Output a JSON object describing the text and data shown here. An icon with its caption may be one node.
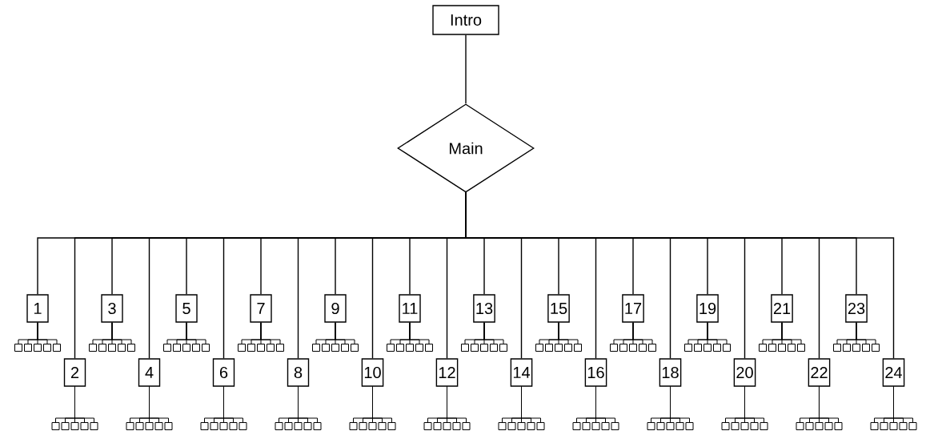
{
  "diagram": {
    "nodes": [
      {
        "text": [
          "Intro"
        ]
      },
      {
        "text": [
          "Main"
        ]
      },
      {
        "text": [
          "1"
        ]
      },
      {
        "text": [
          "2"
        ]
      },
      {
        "text": [
          "3"
        ]
      },
      {
        "text": [
          "4"
        ]
      },
      {
        "text": [
          "5"
        ]
      },
      {
        "text": [
          "6"
        ]
      },
      {
        "text": [
          "7"
        ]
      },
      {
        "text": [
          "8"
        ]
      },
      {
        "text": [
          "9"
        ]
      },
      {
        "text": [
          "10"
        ]
      },
      {
        "text": [
          "11"
        ]
      },
      {
        "text": [
          "12"
        ]
      },
      {
        "text": [
          "13"
        ]
      },
      {
        "text": [
          "14"
        ]
      },
      {
        "text": [
          "15"
        ]
      },
      {
        "text": [
          "16"
        ]
      },
      {
        "text": [
          "17"
        ]
      },
      {
        "text": [
          "18"
        ]
      },
      {
        "text": [
          "19"
        ]
      },
      {
        "text": [
          "20"
        ]
      },
      {
        "text": [
          "21"
        ]
      },
      {
        "text": [
          "22"
        ]
      },
      {
        "text": [
          "23"
        ]
      },
      {
        "text": [
          "24"
        ]
      },
      {
        "text": [],
        "shape": "box"
      },
      {
        "text": [],
        "shape": "box"
      },
      {
        "text": [],
        "shape": "box"
      },
      {
        "text": [],
        "shape": "box"
      },
      {
        "text": [],
        "shape": "box"
      },
      {
        "text": [],
        "shape": "box"
      },
      {
        "text": [],
        "shape": "box"
      },
      {
        "text": [],
        "shape": "box"
      },
      {
        "text": [],
        "shape": "box"
      },
      {
        "text": [],
        "shape": "box"
      },
      {
        "text": [],
        "shape": "box"
      },
      {
        "text": [],
        "shape": "box"
      },
      {
        "text": [],
        "shape": "box"
      },
      {
        "text": [],
        "shape": "box"
      },
      {
        "text": [],
        "shape": "box"
      },
      {
        "text": [],
        "shape": "box"
      },
      {
        "text": [],
        "shape": "box"
      },
      {
        "text": [],
        "shape": "box"
      },
      {
        "text": [],
        "shape": "box"
      },
      {
        "text": [],
        "shape": "box"
      },
      {
        "text": [],
        "shape": "box"
      },
      {
        "text": [],
        "shape": "box"
      },
      {
        "text": [],
        "shape": "box"
      },
      {
        "text": [],
        "shape": "box"
      },
      {
        "text": [],
        "shape": "box"
      },
      {
        "text": [],
        "shape": "box"
      },
      {
        "text": [],
        "shape": "box"
      },
      {
        "text": [],
        "shape": "box"
      },
      {
        "text": [],
        "shape": "box"
      },
      {
        "text": [],
        "shape": "box"
      },
      {
        "text": [],
        "shape": "box"
      },
      {
        "text": [],
        "shape": "box"
      },
      {
        "text": [],
        "shape": "box"
      },
      {
        "text": [],
        "shape": "box"
      },
      {
        "text": [],
        "shape": "box"
      },
      {
        "text": [],
        "shape": "box"
      },
      {
        "text": [],
        "shape": "box"
      },
      {
        "text": [],
        "shape": "box"
      },
      {
        "text": [],
        "shape": "box"
      },
      {
        "text": [],
        "shape": "box"
      },
      {
        "text": [],
        "shape": "box"
      },
      {
        "text": [],
        "shape": "box"
      },
      {
        "text": [],
        "shape": "box"
      },
      {
        "text": [],
        "shape": "box"
      },
      {
        "text": [],
        "shape": "box"
      },
      {
        "text": [],
        "shape": "box"
      },
      {
        "text": [],
        "shape": "box"
      },
      {
        "text": [],
        "shape": "box"
      },
      {
        "text": [],
        "shape": "box"
      },
      {
        "text": [],
        "shape": "box"
      },
      {
        "text": [],
        "shape": "box"
      },
      {
        "text": [],
        "shape": "box"
      },
      {
        "text": [],
        "shape": "box"
      },
      {
        "text": [],
        "shape": "box"
      },
      {
        "text": [],
        "shape": "box"
      },
      {
        "text": [],
        "shape": "box"
      },
      {
        "text": [],
        "shape": "box"
      },
      {
        "text": [],
        "shape": "box"
      },
      {
        "text": [],
        "shape": "box"
      },
      {
        "text": [],
        "shape": "box"
      },
      {
        "text": [],
        "shape": "box"
      },
      {
        "text": [],
        "shape": "box"
      },
      {
        "text": [],
        "shape": "box"
      },
      {
        "text": [],
        "shape": "box"
      },
      {
        "text": [],
        "shape": "box"
      },
      {
        "text": [],
        "shape": "box"
      },
      {
        "text": [],
        "shape": "box"
      },
      {
        "text": [],
        "shape": "box"
      },
      {
        "text": [],
        "shape": "box"
      },
      {
        "text": [],
        "shape": "box"
      },
      {
        "text": [],
        "shape": "box"
      },
      {
        "text": [],
        "shape": "box"
      },
      {
        "text": [],
        "shape": "box"
      },
      {
        "text": [],
        "shape": "box"
      },
      {
        "text": [],
        "shape": "box"
      },
      {
        "text": [],
        "shape": "box"
      },
      {
        "text": [],
        "shape": "box"
      },
      {
        "text": [],
        "shape": "box"
      },
      {
        "text": [],
        "shape": "box"
      },
      {
        "text": [],
        "shape": "box"
      },
      {
        "text": [],
        "shape": "box"
      },
      {
        "text": [],
        "shape": "box"
      },
      {
        "text": [],
        "shape": "box"
      },
      {
        "text": [],
        "shape": "box"
      },
      {
        "text": [],
        "shape": "box"
      },
      {
        "text": [],
        "shape": "box"
      },
      {
        "text": [],
        "shape": "box"
      },
      {
        "text": [],
        "shape": "box"
      },
      {
        "text": [],
        "shape": "box"
      },
      {
        "text": [],
        "shape": "box"
      },
      {
        "text": [],
        "shape": "box"
      },
      {
        "text": [],
        "shape": "box"
      },
      {
        "text": [],
        "shape": "box"
      },
      {
        "text": [],
        "shape": "box"
      },
      {
        "text": [],
        "shape": "box"
      },
      {
        "text": [],
        "shape": "box"
      },
      {
        "text": [],
        "shape": "box"
      },
      {
        "text": [],
        "shape": "box"
      },
      {
        "text": [],
        "shape": "box"
      },
      {
        "text": [],
        "shape": "box"
      },
      {
        "text": [],
        "shape": "box"
      },
      {
        "text": [],
        "shape": "box"
      },
      {
        "text": [],
        "shape": "box"
      },
      {
        "text": [],
        "shape": "box"
      },
      {
        "text": [],
        "shape": "box"
      },
      {
        "text": [],
        "shape": "box"
      },
      {
        "text": [],
        "shape": "box"
      },
      {
        "text": [],
        "shape": "box"
      },
      {
        "text": [],
        "shape": "box"
      },
      {
        "text": [],
        "shape": "box"
      },
      {
        "text": [],
        "shape": "box"
      },
      {
        "text": [],
        "shape": "box"
      },
      {
        "text": [],
        "shape": "box"
      },
      {
        "text": [],
        "shape": "box"
      },
      {
        "text": [],
        "shape": "box"
      },
      {
        "text": [],
        "shape": "box"
      },
      {
        "text": [],
        "shape": "box"
      },
      {
        "text": [],
        "shape": "box"
      },
      {
        "text": [],
        "shape": "box"
      },
      {
        "text": [],
        "shape": "box"
      }
    ],
    "edges": [
      {
        "from": 0,
        "to": 1,
        "arrow": "none"
      },
      {
        "from": 1,
        "to": 2,
        "arrow": "none"
      },
      {
        "from": 1,
        "to": 3,
        "arrow": "none"
      },
      {
        "from": 1,
        "to": 4,
        "arrow": "none"
      },
      {
        "from": 1,
        "to": 5,
        "arrow": "none"
      },
      {
        "from": 1,
        "to": 6,
        "arrow": "none"
      },
      {
        "from": 1,
        "to": 7,
        "arrow": "none"
      },
      {
        "from": 1,
        "to": 8,
        "arrow": "none"
      },
      {
        "from": 1,
        "to": 9,
        "arrow": "none"
      },
      {
        "from": 1,
        "to": 10,
        "arrow": "none"
      },
      {
        "from": 1,
        "to": 11,
        "arrow": "none"
      },
      {
        "from": 1,
        "to": 12,
        "arrow": "none"
      },
      {
        "from": 1,
        "to": 13,
        "arrow": "none"
      },
      {
        "from": 1,
        "to": 14,
        "arrow": "none"
      },
      {
        "from": 1,
        "to": 15,
        "arrow": "none"
      },
      {
        "from": 1,
        "to": 16,
        "arrow": "none"
      },
      {
        "from": 1,
        "to": 17,
        "arrow": "none"
      },
      {
        "from": 1,
        "to": 18,
        "arrow": "none"
      },
      {
        "from": 1,
        "to": 19,
        "arrow": "none"
      },
      {
        "from": 1,
        "to": 20,
        "arrow": "none"
      },
      {
        "from": 1,
        "to": 21,
        "arrow": "none"
      },
      {
        "from": 1,
        "to": 22,
        "arrow": "none"
      },
      {
        "from": 1,
        "to": 23,
        "arrow": "none"
      },
      {
        "from": 1,
        "to": 24,
        "arrow": "none"
      },
      {
        "from": 1,
        "to": 25,
        "arrow": "none"
      },
      {
        "from": 2,
        "to": 26,
        "arrow": "none"
      },
      {
        "from": 2,
        "to": 27,
        "arrow": "none"
      },
      {
        "from": 2,
        "to": 28,
        "arrow": "none"
      },
      {
        "from": 2,
        "to": 29,
        "arrow": "none"
      },
      {
        "from": 2,
        "to": 30,
        "arrow": "none"
      },
      {
        "from": 3,
        "to": 31,
        "arrow": "none"
      },
      {
        "from": 3,
        "to": 32,
        "arrow": "none"
      },
      {
        "from": 3,
        "to": 33,
        "arrow": "none"
      },
      {
        "from": 3,
        "to": 34,
        "arrow": "none"
      },
      {
        "from": 3,
        "to": 35,
        "arrow": "none"
      },
      {
        "from": 4,
        "to": 36,
        "arrow": "none"
      },
      {
        "from": 4,
        "to": 37,
        "arrow": "none"
      },
      {
        "from": 4,
        "to": 38,
        "arrow": "none"
      },
      {
        "from": 4,
        "to": 39,
        "arrow": "none"
      },
      {
        "from": 4,
        "to": 40,
        "arrow": "none"
      },
      {
        "from": 5,
        "to": 41,
        "arrow": "none"
      },
      {
        "from": 5,
        "to": 42,
        "arrow": "none"
      },
      {
        "from": 5,
        "to": 43,
        "arrow": "none"
      },
      {
        "from": 5,
        "to": 44,
        "arrow": "none"
      },
      {
        "from": 5,
        "to": 45,
        "arrow": "none"
      },
      {
        "from": 6,
        "to": 46,
        "arrow": "none"
      },
      {
        "from": 6,
        "to": 47,
        "arrow": "none"
      },
      {
        "from": 6,
        "to": 48,
        "arrow": "none"
      },
      {
        "from": 6,
        "to": 49,
        "arrow": "none"
      },
      {
        "from": 6,
        "to": 50,
        "arrow": "none"
      },
      {
        "from": 7,
        "to": 51,
        "arrow": "none"
      },
      {
        "from": 7,
        "to": 52,
        "arrow": "none"
      },
      {
        "from": 7,
        "to": 53,
        "arrow": "none"
      },
      {
        "from": 7,
        "to": 54,
        "arrow": "none"
      },
      {
        "from": 7,
        "to": 55,
        "arrow": "none"
      },
      {
        "from": 8,
        "to": 56,
        "arrow": "none"
      },
      {
        "from": 8,
        "to": 57,
        "arrow": "none"
      },
      {
        "from": 8,
        "to": 58,
        "arrow": "none"
      },
      {
        "from": 8,
        "to": 59,
        "arrow": "none"
      },
      {
        "from": 8,
        "to": 60,
        "arrow": "none"
      },
      {
        "from": 9,
        "to": 61,
        "arrow": "none"
      },
      {
        "from": 9,
        "to": 62,
        "arrow": "none"
      },
      {
        "from": 9,
        "to": 63,
        "arrow": "none"
      },
      {
        "from": 9,
        "to": 64,
        "arrow": "none"
      },
      {
        "from": 9,
        "to": 65,
        "arrow": "none"
      },
      {
        "from": 10,
        "to": 66,
        "arrow": "none"
      },
      {
        "from": 10,
        "to": 67,
        "arrow": "none"
      },
      {
        "from": 10,
        "to": 68,
        "arrow": "none"
      },
      {
        "from": 10,
        "to": 69,
        "arrow": "none"
      },
      {
        "from": 10,
        "to": 70,
        "arrow": "none"
      },
      {
        "from": 11,
        "to": 71,
        "arrow": "none"
      },
      {
        "from": 11,
        "to": 72,
        "arrow": "none"
      },
      {
        "from": 11,
        "to": 73,
        "arrow": "none"
      },
      {
        "from": 11,
        "to": 74,
        "arrow": "none"
      },
      {
        "from": 11,
        "to": 75,
        "arrow": "none"
      },
      {
        "from": 12,
        "to": 76,
        "arrow": "none"
      },
      {
        "from": 12,
        "to": 77,
        "arrow": "none"
      },
      {
        "from": 12,
        "to": 78,
        "arrow": "none"
      },
      {
        "from": 12,
        "to": 79,
        "arrow": "none"
      },
      {
        "from": 12,
        "to": 80,
        "arrow": "none"
      },
      {
        "from": 13,
        "to": 81,
        "arrow": "none"
      },
      {
        "from": 13,
        "to": 82,
        "arrow": "none"
      },
      {
        "from": 13,
        "to": 83,
        "arrow": "none"
      },
      {
        "from": 13,
        "to": 84,
        "arrow": "none"
      },
      {
        "from": 13,
        "to": 85,
        "arrow": "none"
      },
      {
        "from": 14,
        "to": 86,
        "arrow": "none"
      },
      {
        "from": 14,
        "to": 87,
        "arrow": "none"
      },
      {
        "from": 14,
        "to": 88,
        "arrow": "none"
      },
      {
        "from": 14,
        "to": 89,
        "arrow": "none"
      },
      {
        "from": 14,
        "to": 90,
        "arrow": "none"
      },
      {
        "from": 15,
        "to": 91,
        "arrow": "none"
      },
      {
        "from": 15,
        "to": 92,
        "arrow": "none"
      },
      {
        "from": 15,
        "to": 93,
        "arrow": "none"
      },
      {
        "from": 15,
        "to": 94,
        "arrow": "none"
      },
      {
        "from": 15,
        "to": 95,
        "arrow": "none"
      },
      {
        "from": 16,
        "to": 96,
        "arrow": "none"
      },
      {
        "from": 16,
        "to": 97,
        "arrow": "none"
      },
      {
        "from": 16,
        "to": 98,
        "arrow": "none"
      },
      {
        "from": 16,
        "to": 99,
        "arrow": "none"
      },
      {
        "from": 16,
        "to": 100,
        "arrow": "none"
      },
      {
        "from": 17,
        "to": 101,
        "arrow": "none"
      },
      {
        "from": 17,
        "to": 102,
        "arrow": "none"
      },
      {
        "from": 17,
        "to": 103,
        "arrow": "none"
      },
      {
        "from": 17,
        "to": 104,
        "arrow": "none"
      },
      {
        "from": 17,
        "to": 105,
        "arrow": "none"
      },
      {
        "from": 18,
        "to": 106,
        "arrow": "none"
      },
      {
        "from": 18,
        "to": 107,
        "arrow": "none"
      },
      {
        "from": 18,
        "to": 108,
        "arrow": "none"
      },
      {
        "from": 18,
        "to": 109,
        "arrow": "none"
      },
      {
        "from": 18,
        "to": 110,
        "arrow": "none"
      },
      {
        "from": 19,
        "to": 111,
        "arrow": "none"
      },
      {
        "from": 19,
        "to": 112,
        "arrow": "none"
      },
      {
        "from": 19,
        "to": 113,
        "arrow": "none"
      },
      {
        "from": 19,
        "to": 114,
        "arrow": "none"
      },
      {
        "from": 19,
        "to": 115,
        "arrow": "none"
      },
      {
        "from": 20,
        "to": 116,
        "arrow": "none"
      },
      {
        "from": 20,
        "to": 117,
        "arrow": "none"
      },
      {
        "from": 20,
        "to": 118,
        "arrow": "none"
      },
      {
        "from": 20,
        "to": 119,
        "arrow": "none"
      },
      {
        "from": 20,
        "to": 120,
        "arrow": "none"
      },
      {
        "from": 21,
        "to": 121,
        "arrow": "none"
      },
      {
        "from": 21,
        "to": 122,
        "arrow": "none"
      },
      {
        "from": 21,
        "to": 123,
        "arrow": "none"
      },
      {
        "from": 21,
        "to": 124,
        "arrow": "none"
      },
      {
        "from": 21,
        "to": 125,
        "arrow": "none"
      },
      {
        "from": 22,
        "to": 126,
        "arrow": "none"
      },
      {
        "from": 22,
        "to": 127,
        "arrow": "none"
      },
      {
        "from": 22,
        "to": 128,
        "arrow": "none"
      },
      {
        "from": 22,
        "to": 129,
        "arrow": "none"
      },
      {
        "from": 22,
        "to": 130,
        "arrow": "none"
      },
      {
        "from": 23,
        "to": 131,
        "arrow": "none"
      },
      {
        "from": 23,
        "to": 132,
        "arrow": "none"
      },
      {
        "from": 23,
        "to": 133,
        "arrow": "none"
      },
      {
        "from": 23,
        "to": 134,
        "arrow": "none"
      },
      {
        "from": 23,
        "to": 135,
        "arrow": "none"
      },
      {
        "from": 24,
        "to": 136,
        "arrow": "none"
      },
      {
        "from": 24,
        "to": 137,
        "arrow": "none"
      },
      {
        "from": 24,
        "to": 138,
        "arrow": "none"
      },
      {
        "from": 24,
        "to": 139,
        "arrow": "none"
      },
      {
        "from": 24,
        "to": 140,
        "arrow": "none"
      },
      {
        "from": 25,
        "to": 141,
        "arrow": "none"
      },
      {
        "from": 25,
        "to": 142,
        "arrow": "none"
      },
      {
        "from": 25,
        "to": 143,
        "arrow": "none"
      },
      {
        "from": 25,
        "to": 144,
        "arrow": "none"
      },
      {
        "from": 25,
        "to": 145,
        "arrow": "none"
      }
    ]
  }
}
